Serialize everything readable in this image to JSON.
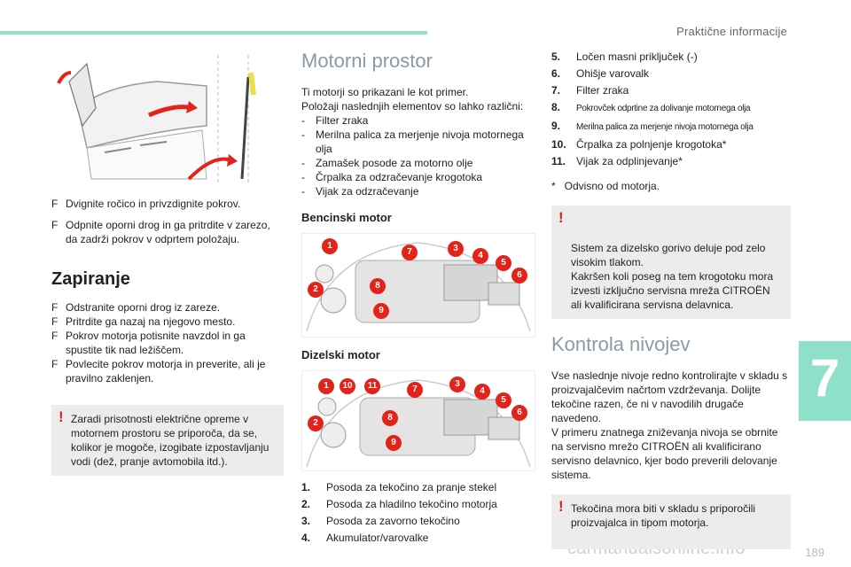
{
  "header": {
    "section": "Praktične informacije"
  },
  "chapter": "7",
  "page_number": "189",
  "watermark": "carmanualsonline.info",
  "col1": {
    "steps": [
      "Dvignite ročico in privzdignite pokrov.",
      "Odpnite oporni drog in ga pritrdite v zarezo, da zadrži pokrov v odprtem položaju."
    ],
    "closing_title": "Zapiranje",
    "closing_steps": [
      "Odstranite oporni drog iz zareze.",
      "Pritrdite ga nazaj na njegovo mesto.",
      "Pokrov motorja potisnite navzdol in ga spustite tik nad ležiščem.",
      "Povlecite pokrov motorja in preverite, ali je pravilno zaklenjen."
    ],
    "warning": "Zaradi prisotnosti električne opreme v motornem prostoru se priporoča, da se, kolikor je mogoče, izogibate izpostavljanju vodi (dež, pranje avtomobila itd.)."
  },
  "col2": {
    "title": "Motorni prostor",
    "intro": [
      "Ti motorji so prikazani le kot primer.",
      "Položaji naslednjih elementov so lahko različni:"
    ],
    "dash_items": [
      "Filter zraka",
      "Merilna palica za merjenje nivoja motornega olja",
      "Zamašek posode za motorno olje",
      "Črpalka za odzračevanje krogotoka",
      "Vijak za odzračevanje"
    ],
    "petrol_title": "Bencinski motor",
    "petrol_badges": [
      "1",
      "7",
      "3",
      "4",
      "5",
      "6",
      "8",
      "2",
      "9"
    ],
    "diesel_title": "Dizelski motor",
    "diesel_badges": [
      "1",
      "10",
      "11",
      "7",
      "3",
      "4",
      "5",
      "6",
      "8",
      "2",
      "9"
    ],
    "numbered": [
      {
        "num": "1.",
        "text": "Posoda za tekočino za pranje stekel"
      },
      {
        "num": "2.",
        "text": "Posoda za hladilno tekočino motorja"
      },
      {
        "num": "3.",
        "text": "Posoda za zavorno tekočino"
      },
      {
        "num": "4.",
        "text": "Akumulator/varovalke"
      }
    ]
  },
  "col3": {
    "numbered": [
      {
        "num": "5.",
        "text": "Ločen masni priključek (-)"
      },
      {
        "num": "6.",
        "text": "Ohišje varovalk"
      },
      {
        "num": "7.",
        "text": "Filter zraka"
      },
      {
        "num": "8.",
        "text": "Pokrovček odprtine za dolivanje motornega olja"
      },
      {
        "num": "9.",
        "text": "Merilna palica za merjenje nivoja motornega olja"
      },
      {
        "num": "10.",
        "text": "Črpalka za polnjenje krogotoka*"
      },
      {
        "num": "11.",
        "text": "Vijak za odplinjevanje*"
      }
    ],
    "footnote": "*   Odvisno od motorja.",
    "warning": "Sistem za dizelsko gorivo deluje pod zelo visokim tlakom.\nKakršen koli poseg na tem krogotoku mora izvesti izključno servisna mreža CITROËN ali kvalificirana servisna delavnica.",
    "levels_title": "Kontrola nivojev",
    "levels_text": "Vse naslednje nivoje redno kontrolirajte v skladu s proizvajalčevim načrtom vzdrževanja. Dolijte tekočine razen, če ni v navodilih drugače navedeno.\nV primeru znatnega zniževanja nivoja se obrnite na servisno mrežo CITROËN ali kvalificirano servisno delavnico, kjer bodo preverili delovanje sistema.",
    "warning2": "Tekočina mora biti v skladu s priporočili proizvajalca in tipom motorja."
  },
  "symbols": {
    "bullet": "F",
    "dash": "-",
    "bang": "!"
  }
}
